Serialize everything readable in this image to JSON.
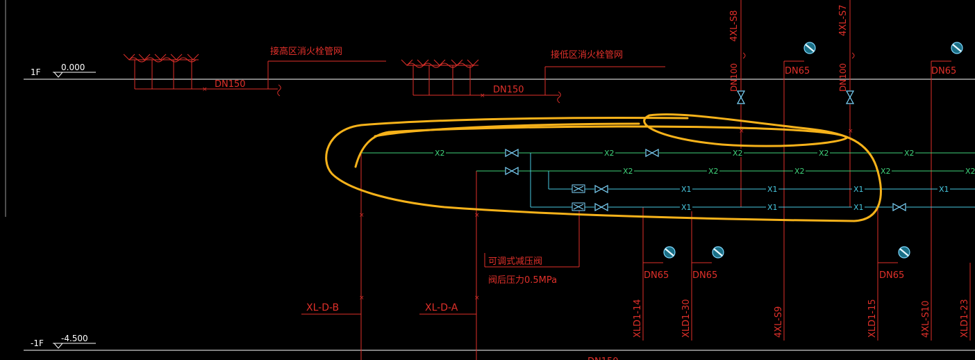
{
  "colors": {
    "background": "#000000",
    "floor_line": "#ffffff",
    "red_pipe": "#e0302a",
    "red_text": "#e0302a",
    "green_pipe": "#3fd27a",
    "cyan_pipe": "#48c8e0",
    "valve": "#7fd8ff",
    "highlight": "#f6b21a"
  },
  "floors": {
    "f1": {
      "name": "1F",
      "elevation": "0.000"
    },
    "fb1": {
      "name": "-1F",
      "elevation": "-4.500"
    }
  },
  "notes": {
    "high_zone": "接高区消火栓管网",
    "low_zone": "接低区消火栓管网",
    "prv_line1": "可调式减压阀",
    "prv_line2": "阀后压力0.5MPa"
  },
  "pipe_sizes": {
    "dn150": "DN150",
    "dn100": "DN100",
    "dn65": "DN65"
  },
  "pipe_codes": {
    "x1": "X1",
    "x2": "X2"
  },
  "risers": {
    "xl_d_b": "XL-D-B",
    "xl_d_a": "XL-D-A",
    "s8": "4XL-S8",
    "s7": "4XL-S7",
    "xld1_14": "XLD1-14",
    "xld1_30": "XLD1-30",
    "s9": "4XL-S9",
    "xld1_15": "XLD1-15",
    "s10": "4XL-S10",
    "xld1_23": "XLD1-23"
  }
}
